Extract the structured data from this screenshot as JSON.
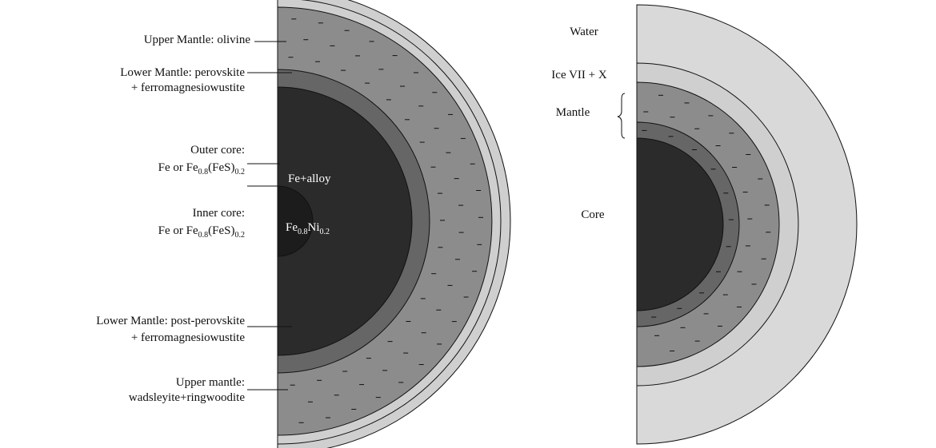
{
  "left_planet": {
    "labels": {
      "upper_mantle_olivine": [
        "Upper Mantle:  olivine"
      ],
      "lower_mantle_perovskite": [
        "Lower Mantle:  perovskite",
        "+ ferromagnesiowustite"
      ],
      "outer_core": [
        "Outer core:",
        "Fe or Fe0.8(FeS)0.2"
      ],
      "inner_core": [
        "Inner core:",
        "Fe or Fe0.8(FeS)0.2"
      ],
      "lower_mantle_post_perovskite": [
        "Lower Mantle:  post-perovskite",
        "+ ferromagnesiowustite"
      ],
      "upper_mantle_wadsleyite": [
        "Upper mantle:",
        "wadsleyite+ringwoodite"
      ]
    },
    "inner_labels": {
      "outer_core": "Fe+alloy",
      "inner_core": "Fe0.8Ni0.2"
    }
  },
  "right_planet": {
    "labels": {
      "water": "Water",
      "ice": "Ice VII + X",
      "mantle": "Mantle",
      "core": "Core"
    }
  },
  "colors": {
    "water_shell": "#d9d9d9",
    "upper_mantle": "#cfcfcf",
    "lower_mantle": "#8c8c8c",
    "deep_mantle": "#666666",
    "core": "#2b2b2b",
    "inner_core": "#1c1c1c",
    "outline": "#111111"
  }
}
